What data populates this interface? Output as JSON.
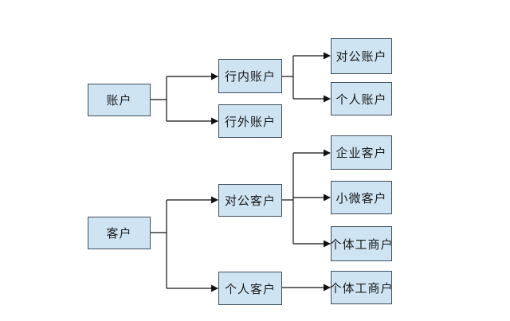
{
  "account_tree": {
    "root": "账户",
    "inner": "行内账户",
    "outer": "行外账户",
    "corporate_account": "对公账户",
    "personal_account": "个人账户"
  },
  "customer_tree": {
    "root": "客户",
    "corporate_customer": "对公客户",
    "personal_customer": "个人客户",
    "enterprise_customer": "企业客户",
    "micro_customer": "小微客户",
    "individual_business_1": "个体工商户",
    "individual_business_2": "个体工商户"
  },
  "colors": {
    "node_fill": "#cfe4f2",
    "node_border": "#3f4f5c",
    "line": "#111111"
  }
}
